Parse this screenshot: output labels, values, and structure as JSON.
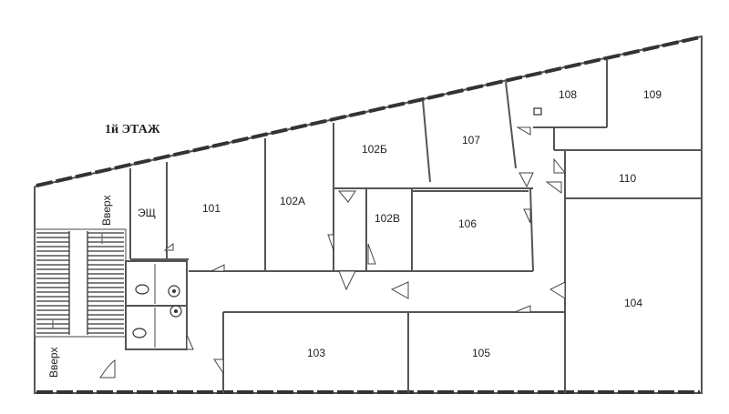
{
  "floor_title": "1й ЭТАЖ",
  "rooms": {
    "r101": "101",
    "r102a": "102А",
    "r102b": "102Б",
    "r102v": "102В",
    "r103": "103",
    "r104": "104",
    "r105": "105",
    "r106": "106",
    "r107": "107",
    "r108": "108",
    "r109": "109",
    "r110": "110",
    "shch": "ЭЩ"
  },
  "stairs": {
    "up_label_top": "Вверх",
    "up_label_bottom": "Вверх"
  },
  "colors": {
    "wall": "#555555",
    "window": "#333333",
    "background": "#ffffff"
  }
}
